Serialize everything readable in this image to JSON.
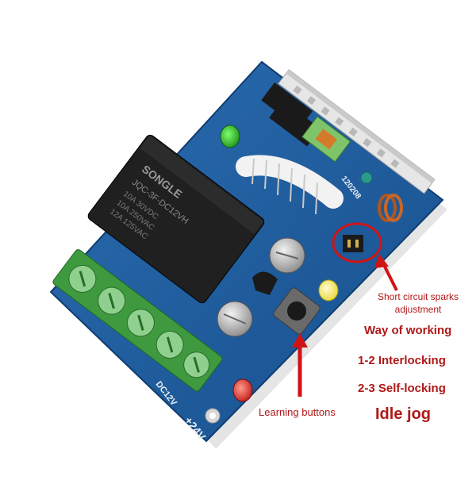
{
  "annotations": {
    "short_circuit": "Short circuit sparks adjustment",
    "way_of_working": "Way of working",
    "interlocking": "1-2 Interlocking",
    "self_locking": "2-3 Self-locking",
    "idle_jog": "Idle jog",
    "learning_buttons": "Learning buttons"
  },
  "board_text": {
    "relay_brand": "SONGLE",
    "relay_model": "JQC-3F-DC12VH",
    "relay_ratings": [
      "10A 30VDC",
      "10A 250VAC",
      "12A 125VAC"
    ],
    "voltage_label": "+24V",
    "dc_label": "DC12V",
    "date_code": "120208"
  },
  "colors": {
    "annotation_red": "#b01818",
    "board_blue": "#1f5d9e",
    "relay_black": "#202020",
    "terminal_green": "#3f9a3f"
  }
}
